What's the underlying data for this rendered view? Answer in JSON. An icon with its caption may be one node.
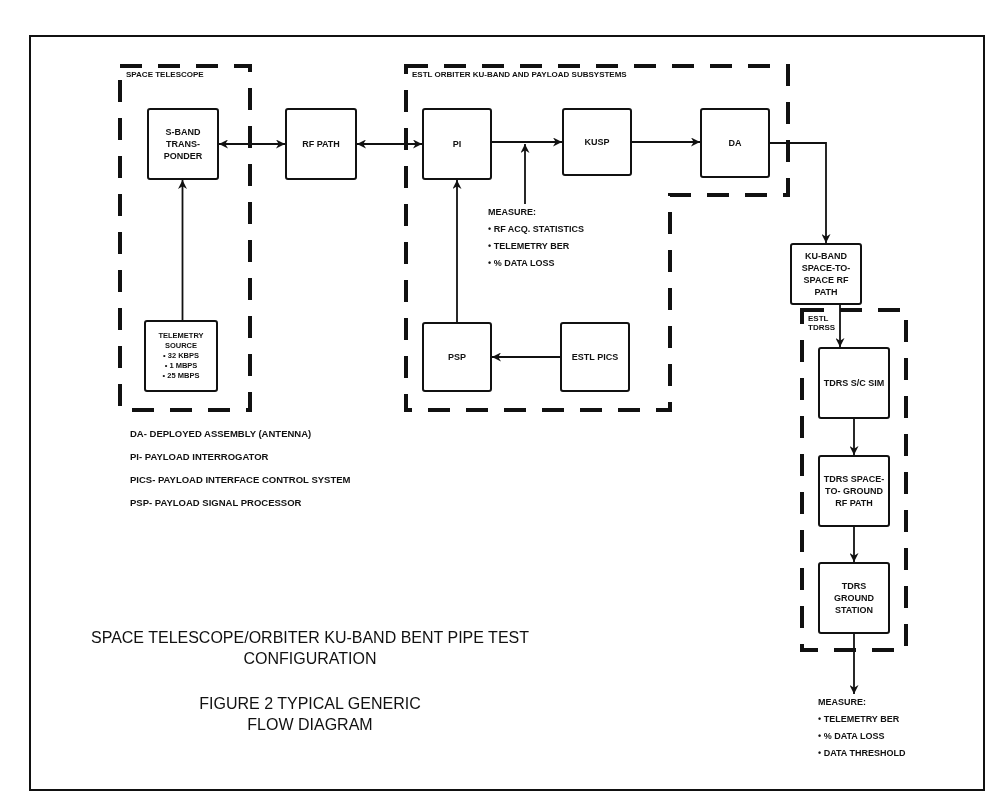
{
  "diagram": {
    "title": "SPACE TELESCOPE/ORBITER KU-BAND BENT PIPE TEST CONFIGURATION",
    "caption": "FIGURE 2 TYPICAL GENERIC FLOW DIAGRAM",
    "nodes": [
      {
        "text": [
          "SPACE TELESCOPE"
        ]
      },
      {
        "text": [
          "S-BAND TRANS- PONDER"
        ],
        "in": 0
      },
      {
        "text": [
          "TELEMETRY SOURCE",
          "• 32 KBPS",
          "• 1 MBPS",
          "• 25 MBPS"
        ],
        "in": 0
      },
      {
        "text": [
          "RF PATH"
        ]
      },
      {
        "text": [
          "ESTL ORBITER KU-BAND AND PAYLOAD SUBSYSTEMS"
        ]
      },
      {
        "text": [
          "PI"
        ],
        "in": 4
      },
      {
        "text": [
          "KUSP"
        ],
        "in": 4
      },
      {
        "text": [
          "DA"
        ],
        "in": 4
      },
      {
        "text": [
          "PSP"
        ],
        "in": 4
      },
      {
        "text": [
          "ESTL PICS"
        ],
        "in": 4
      },
      {
        "text": [
          "MEASURE:",
          "• RF ACQ. STATISTICS",
          "• TELEMETRY BER",
          "• % DATA LOSS"
        ],
        "in": 4
      },
      {
        "text": [
          "KU-BAND SPACE-TO- SPACE RF PATH"
        ]
      },
      {
        "text": [
          "ESTL TDRSS"
        ]
      },
      {
        "text": [
          "TDRS S/C SIM"
        ],
        "in": 12
      },
      {
        "text": [
          "TDRS SPACE-TO- GROUND RF PATH"
        ],
        "in": 12
      },
      {
        "text": [
          "TDRS GROUND STATION"
        ],
        "in": 12
      },
      {
        "text": [
          "MEASURE:",
          "• TELEMETRY BER",
          "• % DATA LOSS",
          "• DATA THRESHOLD"
        ]
      }
    ],
    "edges": [
      {
        "from": 2,
        "to": 1,
        "arrow": "to"
      },
      {
        "from": 1,
        "to": 3,
        "arrow": "both"
      },
      {
        "from": 3,
        "to": 5,
        "arrow": "both"
      },
      {
        "from": 5,
        "to": 6,
        "arrow": "to"
      },
      {
        "from": 6,
        "to": 7,
        "arrow": "to"
      },
      {
        "from": 7,
        "to": 11,
        "arrow": "to"
      },
      {
        "from": 11,
        "to": 13,
        "arrow": "to"
      },
      {
        "from": 13,
        "to": 14,
        "arrow": "to"
      },
      {
        "from": 14,
        "to": 15,
        "arrow": "to"
      },
      {
        "from": 15,
        "to": 16,
        "arrow": "to"
      },
      {
        "from": 8,
        "to": 5,
        "arrow": "to"
      },
      {
        "from": 9,
        "to": 8,
        "arrow": "to"
      },
      {
        "from": 10,
        "to": null,
        "arrow": "to"
      }
    ],
    "labels": [
      "DA- DEPLOYED ASSEMBLY (ANTENNA)",
      "PI- PAYLOAD INTERROGATOR",
      "PICS- PAYLOAD INTERFACE CONTROL SYSTEM",
      "PSP- PAYLOAD SIGNAL PROCESSOR"
    ]
  }
}
